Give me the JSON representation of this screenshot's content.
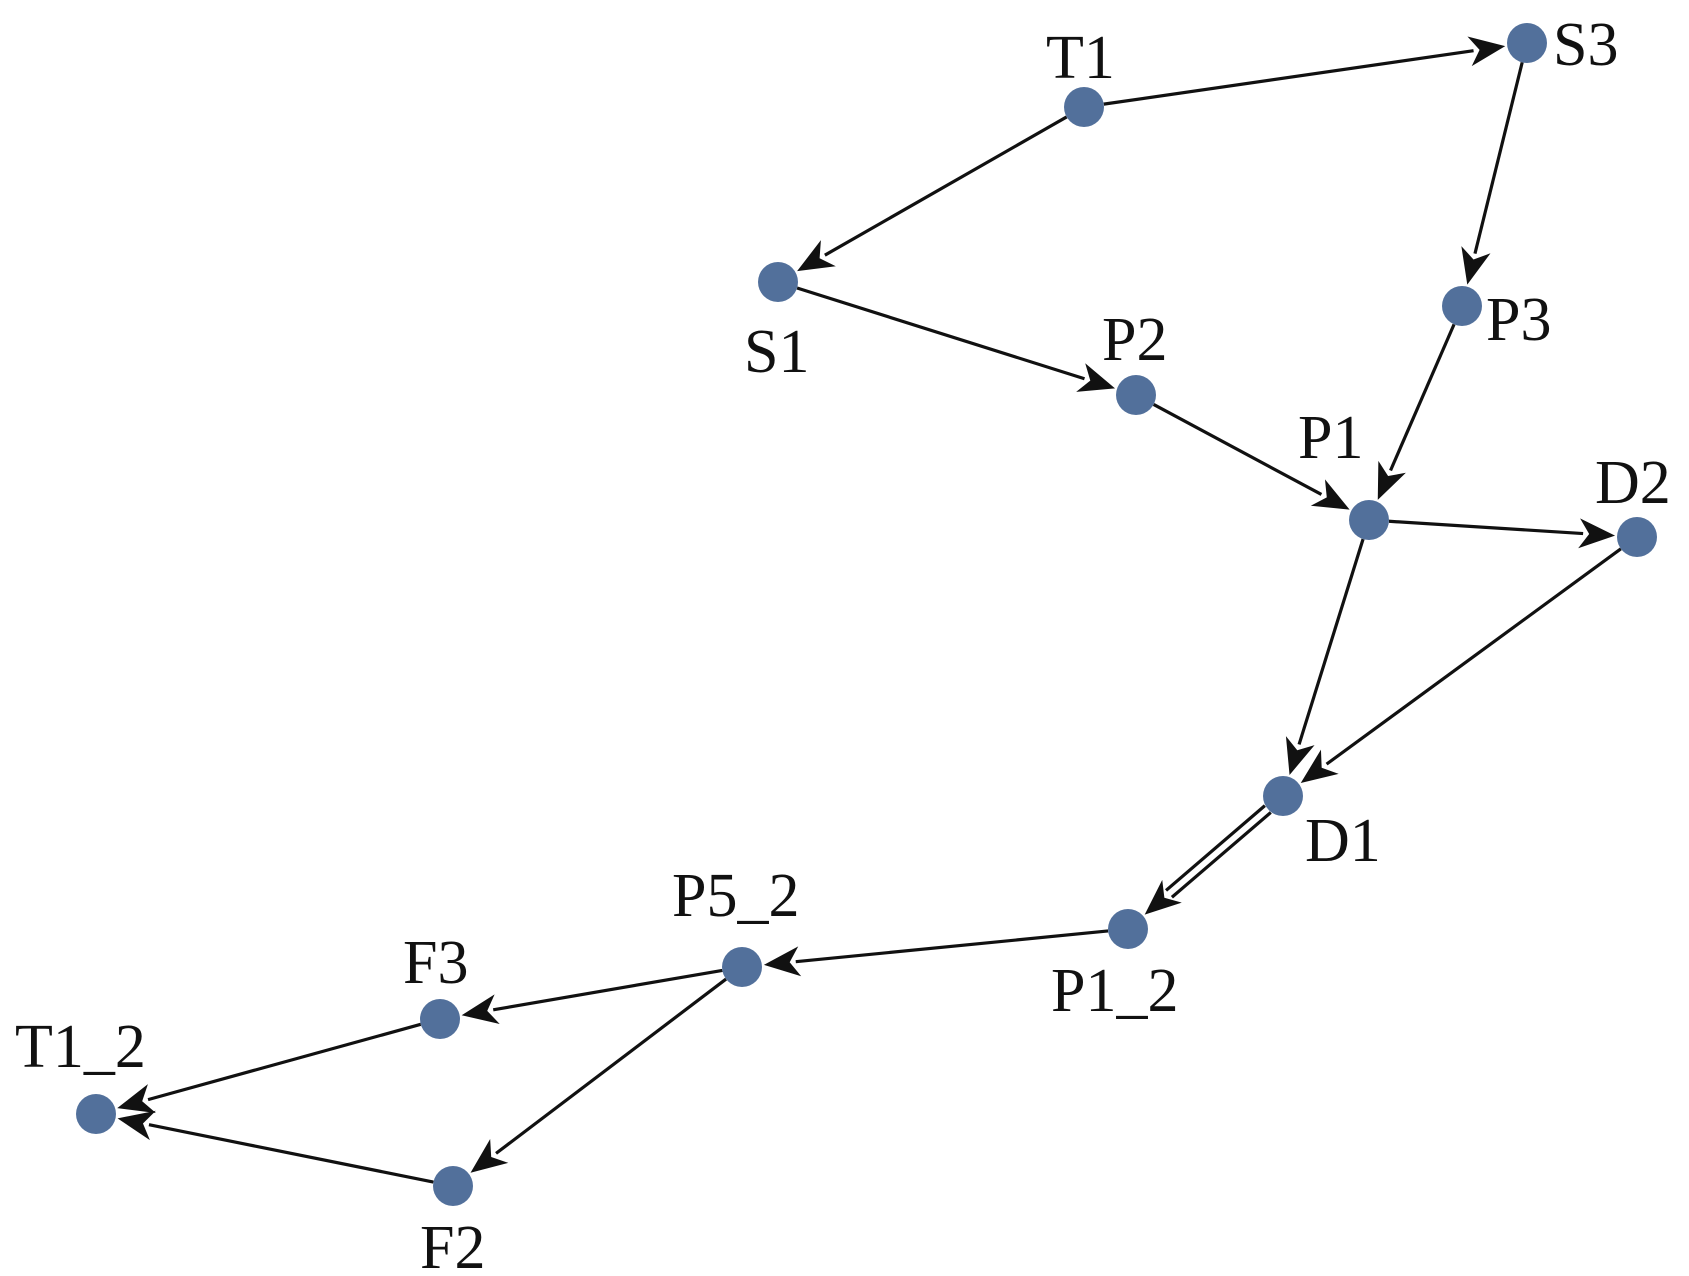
{
  "colors": {
    "node": "#52709b",
    "edge": "#111111"
  },
  "nodes": [
    {
      "id": "T1",
      "label": "T1"
    },
    {
      "id": "S3",
      "label": "S3"
    },
    {
      "id": "S1",
      "label": "S1"
    },
    {
      "id": "P3",
      "label": "P3"
    },
    {
      "id": "P2",
      "label": "P2"
    },
    {
      "id": "P1",
      "label": "P1"
    },
    {
      "id": "D2",
      "label": "D2"
    },
    {
      "id": "D1",
      "label": "D1"
    },
    {
      "id": "P1_2",
      "label": "P1_2"
    },
    {
      "id": "P5_2",
      "label": "P5_2"
    },
    {
      "id": "F3",
      "label": "F3"
    },
    {
      "id": "T1_2",
      "label": "T1_2"
    },
    {
      "id": "F2",
      "label": "F2"
    }
  ],
  "edges": [
    {
      "from": "T1",
      "to": "S3"
    },
    {
      "from": "T1",
      "to": "S1"
    },
    {
      "from": "S3",
      "to": "P3"
    },
    {
      "from": "S1",
      "to": "P2"
    },
    {
      "from": "P2",
      "to": "P1"
    },
    {
      "from": "P3",
      "to": "P1"
    },
    {
      "from": "P1",
      "to": "D2"
    },
    {
      "from": "P1",
      "to": "D1"
    },
    {
      "from": "D2",
      "to": "D1"
    },
    {
      "from": "D1",
      "to": "P1_2"
    },
    {
      "from": "D1",
      "to": "P1_2"
    },
    {
      "from": "P1_2",
      "to": "P5_2"
    },
    {
      "from": "P5_2",
      "to": "F3"
    },
    {
      "from": "P5_2",
      "to": "F2"
    },
    {
      "from": "F3",
      "to": "T1_2"
    },
    {
      "from": "F2",
      "to": "T1_2"
    }
  ]
}
